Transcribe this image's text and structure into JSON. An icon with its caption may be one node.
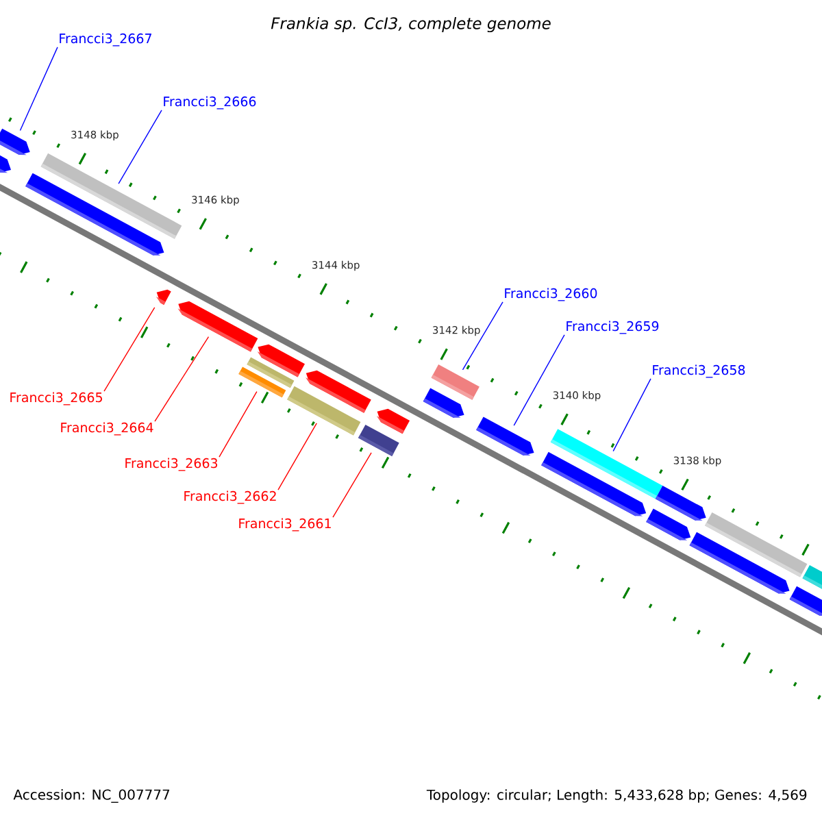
{
  "diagram": {
    "title": "Frankia sp. CcI3, complete genome",
    "nodes": [
      {
        "text": [
          "Francci3_2667"
        ]
      },
      {
        "text": [
          "Francci3_2666"
        ]
      },
      {
        "text": [
          "Francci3_2660"
        ]
      },
      {
        "text": [
          "Francci3_2659"
        ]
      },
      {
        "text": [
          "Francci3_2658"
        ]
      },
      {
        "text": [
          "Francci3_2665"
        ]
      },
      {
        "text": [
          "Francci3_2664"
        ]
      },
      {
        "text": [
          "Francci3_2663"
        ]
      },
      {
        "text": [
          "Francci3_2662"
        ]
      },
      {
        "text": [
          "Francci3_2661"
        ]
      },
      {
        "text": [],
        "shape": "pentagon"
      },
      {
        "text": [],
        "shape": "pentagon"
      },
      {
        "text": [],
        "shape": "bar"
      },
      {
        "text": [],
        "shape": "pentagon"
      },
      {
        "text": [],
        "shape": "pentagon"
      },
      {
        "text": [],
        "shape": "pentagon"
      },
      {
        "text": [],
        "shape": "bar"
      },
      {
        "text": [],
        "shape": "bar"
      },
      {
        "text": [],
        "shape": "pentagon"
      },
      {
        "text": [],
        "shape": "bar"
      },
      {
        "text": [],
        "shape": "pentagon"
      },
      {
        "text": [],
        "shape": "bar"
      },
      {
        "text": [],
        "shape": "pentagon"
      },
      {
        "text": [],
        "shape": "bar"
      },
      {
        "text": [],
        "shape": "pentagon"
      },
      {
        "text": [],
        "shape": "pentagon"
      },
      {
        "text": [],
        "shape": "bar"
      },
      {
        "text": [],
        "shape": "pentagon"
      },
      {
        "text": [],
        "shape": "pentagon"
      },
      {
        "text": [],
        "shape": "pentagon"
      },
      {
        "text": [],
        "shape": "bar"
      },
      {
        "text": [],
        "shape": "pentagon"
      },
      {
        "text": [],
        "shape": "bar"
      },
      {
        "text": [],
        "shape": "pentagon"
      }
    ],
    "edges": [
      {
        "from": 0,
        "to": 10,
        "arrow": "none"
      },
      {
        "from": 1,
        "to": 12,
        "arrow": "none"
      },
      {
        "from": 2,
        "to": 23,
        "arrow": "none"
      },
      {
        "from": 3,
        "to": 25,
        "arrow": "none"
      },
      {
        "from": 4,
        "to": 26,
        "arrow": "none"
      },
      {
        "from": 5,
        "to": 14,
        "arrow": "none",
        "color": "#ff0000"
      },
      {
        "from": 6,
        "to": 15,
        "arrow": "none",
        "color": "#ff0000"
      },
      {
        "from": 7,
        "to": 17,
        "arrow": "none",
        "color": "#ff0000"
      },
      {
        "from": 8,
        "to": 19,
        "arrow": "none",
        "color": "#ff0000"
      },
      {
        "from": 9,
        "to": 21,
        "arrow": "none",
        "color": "#ff0000"
      }
    ],
    "labels": [
      "3148 kbp",
      "3146 kbp",
      "3144 kbp",
      "3142 kbp",
      "3140 kbp",
      "3138 kbp",
      "Accession: NC_007777",
      "Topology: circular; Length: 5,433,628 bp; Genes: 4,569"
    ]
  }
}
